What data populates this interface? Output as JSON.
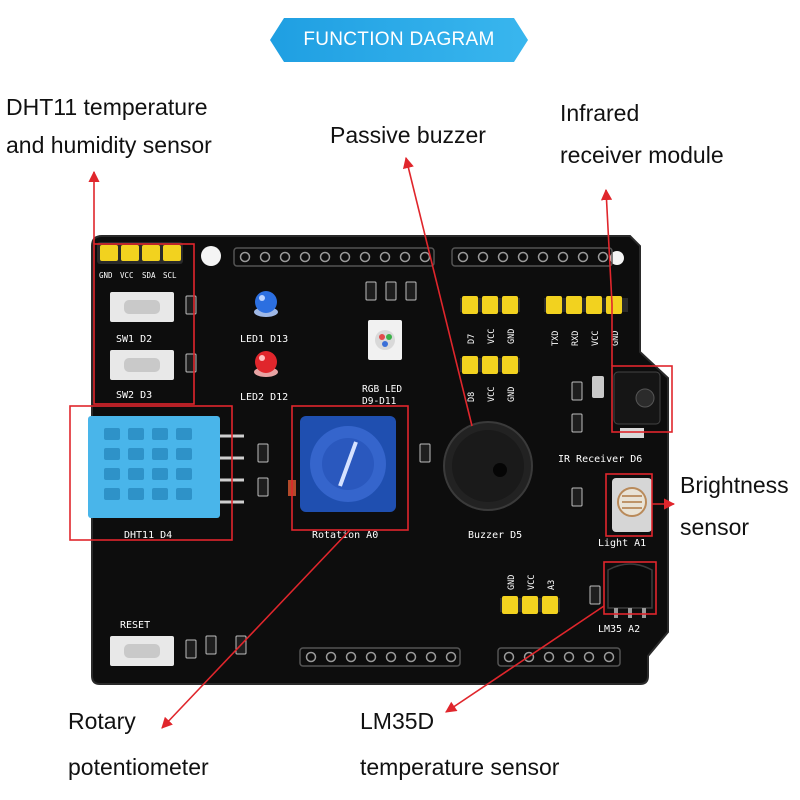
{
  "title": "FUNCTION DAGRAM",
  "colors": {
    "banner": "#2aa9e8",
    "board": "#0d0d0d",
    "callout": "#e0262c",
    "header": "#f2d21f",
    "sensor": "#49b5ea",
    "pot": "#1f4fb0"
  },
  "callouts": {
    "dht11": [
      "DHT11 temperature",
      "and humidity sensor"
    ],
    "buzzer": [
      "Passive buzzer"
    ],
    "infrared": [
      "Infrared",
      "receiver module"
    ],
    "brightness": [
      "Brightness",
      "sensor"
    ],
    "lm35": [
      "LM35D",
      "temperature sensor"
    ],
    "rotary": [
      "Rotary",
      "potentiometer"
    ]
  },
  "silkscreen": {
    "i2c": [
      "GND",
      "VCC",
      "SDA",
      "SCL"
    ],
    "sw1": "SW1 D2",
    "sw2": "SW2 D3",
    "led1": "LED1 D13",
    "led2": "LED2 D12",
    "rgb": [
      "RGB LED",
      "D9-D11"
    ],
    "d7": [
      "D7",
      "VCC",
      "GND"
    ],
    "d8": [
      "D8",
      "VCC",
      "GND"
    ],
    "uart": [
      "TXD",
      "RXD",
      "VCC",
      "GND"
    ],
    "ir": "IR Receiver D6",
    "light": "Light A1",
    "dht": "DHT11 D4",
    "rotation": "Rotation A0",
    "buzzer": "Buzzer D5",
    "a3": [
      "GND",
      "VCC",
      "A3"
    ],
    "lm35": "LM35 A2",
    "reset": "RESET"
  }
}
